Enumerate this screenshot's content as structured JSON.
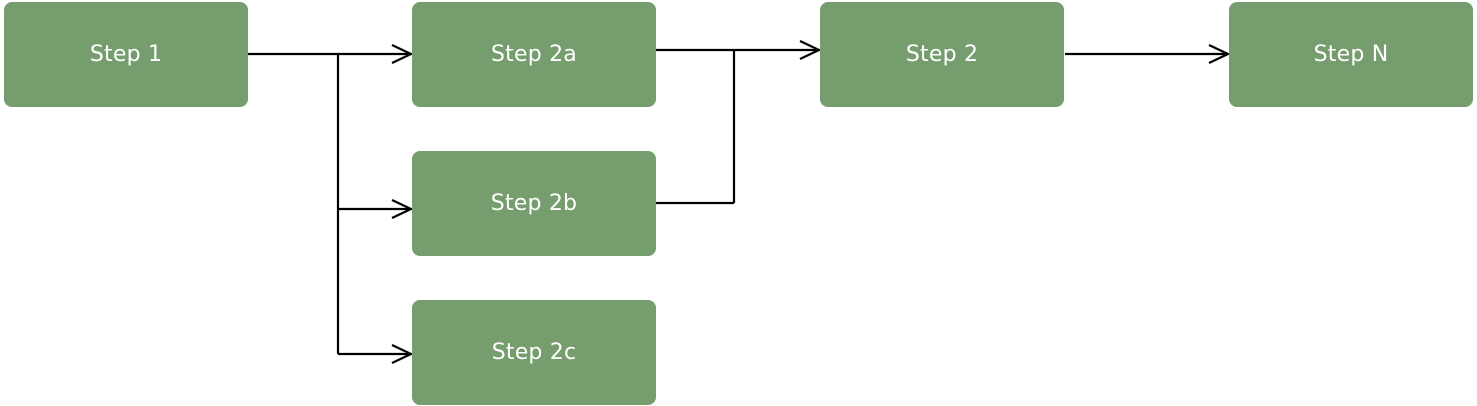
{
  "diagram": {
    "box_color": "#769d6d",
    "text_color": "#ffffff",
    "connector_color": "#000000",
    "steps": {
      "step1": "Step 1",
      "step2a": "Step 2a",
      "step2b": "Step 2b",
      "step2c": "Step 2c",
      "step2": "Step 2",
      "stepN": "Step N"
    }
  }
}
